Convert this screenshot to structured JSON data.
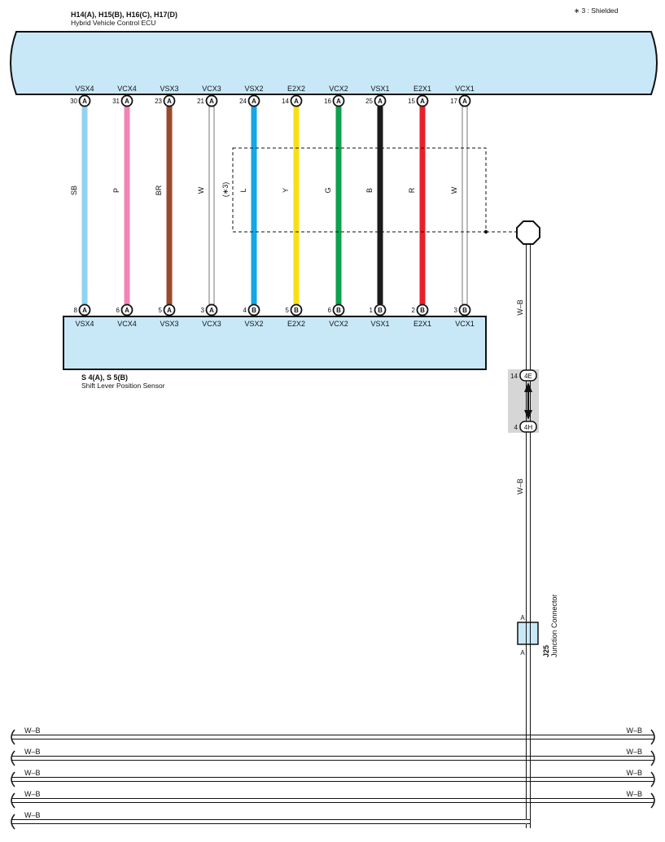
{
  "note": "∗ 3 : Shielded",
  "ecu": {
    "title": "H14(A), H15(B), H16(C), H17(D)",
    "subtitle": "Hybrid Vehicle Control ECU",
    "pins": [
      {
        "name": "VSX4",
        "num": "30",
        "conn": "A"
      },
      {
        "name": "VCX4",
        "num": "31",
        "conn": "A"
      },
      {
        "name": "VSX3",
        "num": "23",
        "conn": "A"
      },
      {
        "name": "VCX3",
        "num": "21",
        "conn": "A"
      },
      {
        "name": "VSX2",
        "num": "24",
        "conn": "A"
      },
      {
        "name": "E2X2",
        "num": "14",
        "conn": "A"
      },
      {
        "name": "VCX2",
        "num": "16",
        "conn": "A"
      },
      {
        "name": "VSX1",
        "num": "25",
        "conn": "A"
      },
      {
        "name": "E2X1",
        "num": "15",
        "conn": "A"
      },
      {
        "name": "VCX1",
        "num": "17",
        "conn": "A"
      }
    ]
  },
  "sensor": {
    "title": "S 4(A), S 5(B)",
    "subtitle": "Shift Lever Position Sensor",
    "pins": [
      {
        "name": "VSX4",
        "num": "8",
        "conn": "A"
      },
      {
        "name": "VCX4",
        "num": "6",
        "conn": "A"
      },
      {
        "name": "VSX3",
        "num": "5",
        "conn": "A"
      },
      {
        "name": "VCX3",
        "num": "3",
        "conn": "A"
      },
      {
        "name": "VSX2",
        "num": "4",
        "conn": "B"
      },
      {
        "name": "E2X2",
        "num": "5",
        "conn": "B"
      },
      {
        "name": "VCX2",
        "num": "6",
        "conn": "B"
      },
      {
        "name": "VSX1",
        "num": "1",
        "conn": "B"
      },
      {
        "name": "E2X1",
        "num": "2",
        "conn": "B"
      },
      {
        "name": "VCX1",
        "num": "3",
        "conn": "B"
      }
    ]
  },
  "wires": [
    {
      "label": "SB",
      "color": "#8fd2f2"
    },
    {
      "label": "P",
      "color": "#f184b6"
    },
    {
      "label": "BR",
      "color": "#9a4a2c"
    },
    {
      "label": "W",
      "color": "#ffffff"
    },
    {
      "label": "L",
      "color": "#13a7e6"
    },
    {
      "label": "Y",
      "color": "#f7e017"
    },
    {
      "label": "G",
      "color": "#0ea14e"
    },
    {
      "label": "B",
      "color": "#1a1a1a"
    },
    {
      "label": "R",
      "color": "#e8202a"
    },
    {
      "label": "W",
      "color": "#ffffff"
    }
  ],
  "shield": {
    "label": "(∗3)"
  },
  "ground": {
    "wire_label_upper": "W–B",
    "wire_label_lower": "W–B",
    "splice_top": {
      "num": "14",
      "code": "4E"
    },
    "splice_bottom": {
      "num": "4",
      "code": "4H"
    },
    "junction": {
      "pin_top": "A",
      "pin_bottom": "A",
      "code": "J25",
      "name": "Junction Connector"
    }
  },
  "bus": {
    "left_labels": [
      "W–B",
      "W–B",
      "W–B",
      "W–B",
      "W–B"
    ],
    "right_labels": [
      "W–B",
      "W–B",
      "W–B",
      "W–B"
    ]
  },
  "colors": {
    "box_fill": "#c8e8f8",
    "splice_bg": "#d6d6d6",
    "line": "#111111"
  }
}
